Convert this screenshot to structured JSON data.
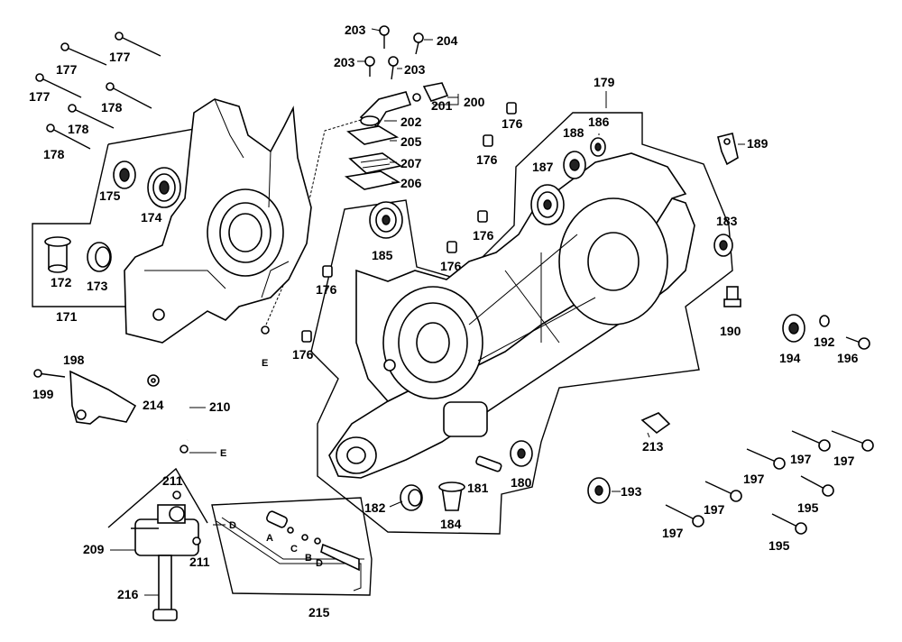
{
  "callouts": {
    "c171": "171",
    "c172": "172",
    "c173": "173",
    "c174": "174",
    "c175": "175",
    "c176a": "176",
    "c176b": "176",
    "c176c": "176",
    "c176d": "176",
    "c176e": "176",
    "c176f": "176",
    "c177a": "177",
    "c177b": "177",
    "c177c": "177",
    "c178a": "178",
    "c178b": "178",
    "c178c": "178",
    "c179": "179",
    "c180": "180",
    "c181": "181",
    "c182": "182",
    "c183": "183",
    "c184": "184",
    "c185": "185",
    "c186": "186",
    "c187": "187",
    "c188": "188",
    "c189": "189",
    "c190": "190",
    "c192": "192",
    "c193": "193",
    "c194": "194",
    "c195a": "195",
    "c195b": "195",
    "c196": "196",
    "c197a": "197",
    "c197b": "197",
    "c197c": "197",
    "c197d": "197",
    "c197e": "197",
    "c198": "198",
    "c199": "199",
    "c200": "200",
    "c201": "201",
    "c202": "202",
    "c203a": "203",
    "c203b": "203",
    "c203c": "203",
    "c204": "204",
    "c205": "205",
    "c206": "206",
    "c207": "207",
    "c209": "209",
    "c210": "210",
    "c211a": "211",
    "c211b": "211",
    "c213": "213",
    "c214": "214",
    "c215": "215",
    "c216": "216"
  },
  "letters": {
    "E1": "E",
    "E2": "E",
    "A": "A",
    "B": "B",
    "C": "C",
    "D1": "D",
    "D2": "D"
  }
}
